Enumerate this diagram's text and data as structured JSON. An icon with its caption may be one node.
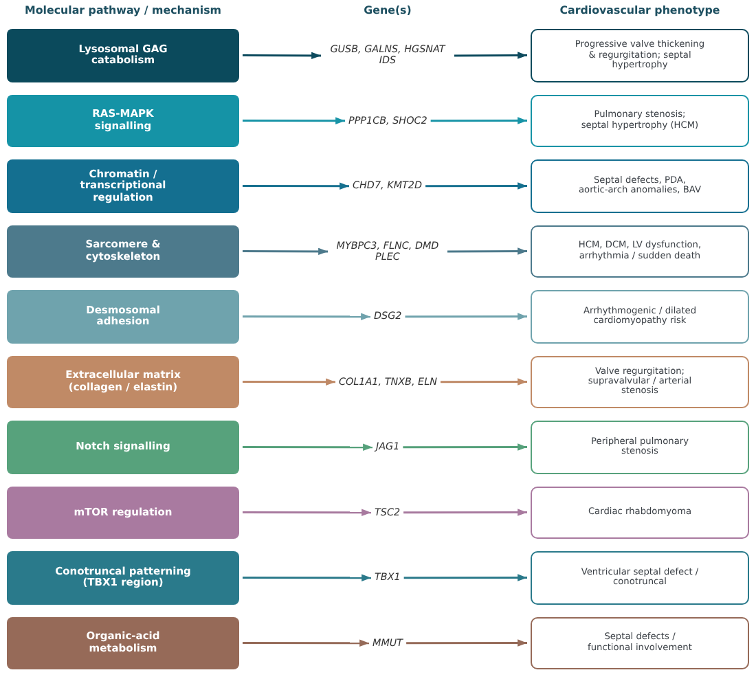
{
  "diagram": {
    "nodes": [
      {
        "text": [
          "Lysosomal GAG catabolism"
        ]
      },
      {
        "text": [
          "GUSB, GALNS, HGSNAT IDS"
        ]
      },
      {
        "text": [
          "Progressive valve thickening & regurgitation; septal hypertrophy"
        ]
      },
      {
        "text": [
          "RAS-MAPK signalling"
        ]
      },
      {
        "text": [
          "PPP1CB, SHOC2"
        ]
      },
      {
        "text": [
          "Pulmonary stenosis; septal hypertrophy (HCM)"
        ]
      },
      {
        "text": [
          "Chromatin / transcriptional regulation"
        ]
      },
      {
        "text": [
          "CHD7, KMT2D"
        ]
      },
      {
        "text": [
          "Septal defects, PDA, aortic-arch anomalies, BAV"
        ]
      },
      {
        "text": [
          "Sarcomere & cytoskeleton"
        ]
      },
      {
        "text": [
          "MYBPC3, FLNC, DMD PLEC"
        ]
      },
      {
        "text": [
          "HCM, DCM, LV dysfunction, arrhythmia / sudden death"
        ]
      },
      {
        "text": [
          "Desmosomal adhesion"
        ]
      },
      {
        "text": [
          "DSG2"
        ]
      },
      {
        "text": [
          "Arrhythmogenic / dilated cardiomyopathy risk"
        ]
      },
      {
        "text": [
          "Extracellular matrix (collagen / elastin)"
        ]
      },
      {
        "text": [
          "COL1A1, TNXB, ELN"
        ]
      },
      {
        "text": [
          "Valve regurgitation; supravalvular / arterial stenosis"
        ]
      },
      {
        "text": [
          "Notch signalling"
        ]
      },
      {
        "text": [
          "JAG1"
        ]
      },
      {
        "text": [
          "Peripheral pulmonary stenosis"
        ]
      },
      {
        "text": [
          "mTOR regulation"
        ]
      },
      {
        "text": [
          "TSC2"
        ]
      },
      {
        "text": [
          "Cardiac rhabdomyoma"
        ]
      },
      {
        "text": [
          "Conotruncal patterning (TBX1 region)"
        ]
      },
      {
        "text": [
          "TBX1"
        ]
      },
      {
        "text": [
          "Ventricular septal defect / conotruncal"
        ]
      },
      {
        "text": [
          "Organic-acid metabolism"
        ]
      },
      {
        "text": [
          "MMUT"
        ]
      },
      {
        "text": [
          "Septal defects / functional involvement"
        ]
      }
    ],
    "edges": [
      {
        "from": 0,
        "to": 1,
        "arrow": "to",
        "color": "#0e4b5e"
      },
      {
        "from": 1,
        "to": 2,
        "arrow": "to",
        "color": "#0e4b5e"
      },
      {
        "from": 3,
        "to": 4,
        "arrow": "to",
        "color": "#1894a7"
      },
      {
        "from": 4,
        "to": 5,
        "arrow": "to",
        "color": "#1894a7"
      },
      {
        "from": 6,
        "to": 7,
        "arrow": "to",
        "color": "#16708f"
      },
      {
        "from": 7,
        "to": 8,
        "arrow": "to",
        "color": "#16708f"
      },
      {
        "from": 9,
        "to": 10,
        "arrow": "to",
        "color": "#4c798b"
      },
      {
        "from": 10,
        "to": 11,
        "arrow": "to",
        "color": "#4c798b"
      },
      {
        "from": 12,
        "to": 13,
        "arrow": "to",
        "color": "#6fa2ac"
      },
      {
        "from": 13,
        "to": 14,
        "arrow": "to",
        "color": "#6fa2ac"
      },
      {
        "from": 15,
        "to": 16,
        "arrow": "to",
        "color": "#bf8966"
      },
      {
        "from": 16,
        "to": 17,
        "arrow": "to",
        "color": "#bf8966"
      },
      {
        "from": 18,
        "to": 19,
        "arrow": "to",
        "color": "#56a17b"
      },
      {
        "from": 19,
        "to": 20,
        "arrow": "to",
        "color": "#56a17b"
      },
      {
        "from": 21,
        "to": 22,
        "arrow": "to",
        "color": "#a87a9f"
      },
      {
        "from": 22,
        "to": 23,
        "arrow": "to",
        "color": "#a87a9f"
      },
      {
        "from": 24,
        "to": 25,
        "arrow": "to",
        "color": "#2a798a"
      },
      {
        "from": 25,
        "to": 26,
        "arrow": "to",
        "color": "#2a798a"
      },
      {
        "from": 27,
        "to": 28,
        "arrow": "to",
        "color": "#956a58"
      },
      {
        "from": 28,
        "to": 29,
        "arrow": "to",
        "color": "#956a58"
      }
    ],
    "labels": [
      "Molecular pathway / mechanism",
      "Gene(s)",
      "Cardiovascular phenotype"
    ]
  }
}
